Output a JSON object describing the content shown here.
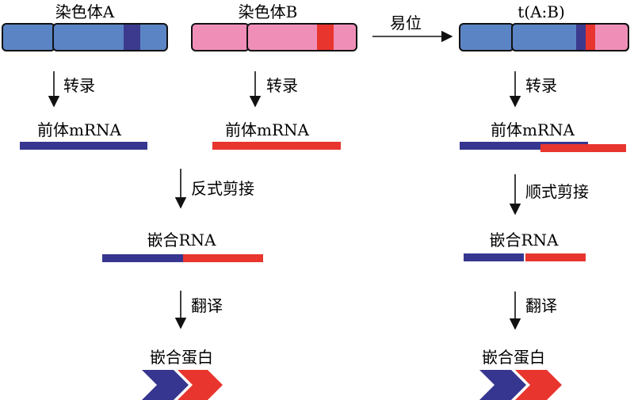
{
  "labels": {
    "chromosome_a": "染色体A",
    "chromosome_b": "染色体B",
    "translocation_product": "t(A:B)",
    "translocation": "易位",
    "transcription": "转录",
    "pre_mrna": "前体mRNA",
    "trans_splicing": "反式剪接",
    "cis_splicing": "顺式剪接",
    "chimeric_rna": "嵌合RNA",
    "translation": "翻译",
    "chimeric_protein": "嵌合蛋白"
  },
  "colors": {
    "chromosome_a": "#5b84c4",
    "chromosome_a_band": "#3b3a8f",
    "chromosome_b": "#ef8fb8",
    "chromosome_b_band": "#e8352e",
    "rna_a": "#363690",
    "rna_b": "#e8352e"
  }
}
